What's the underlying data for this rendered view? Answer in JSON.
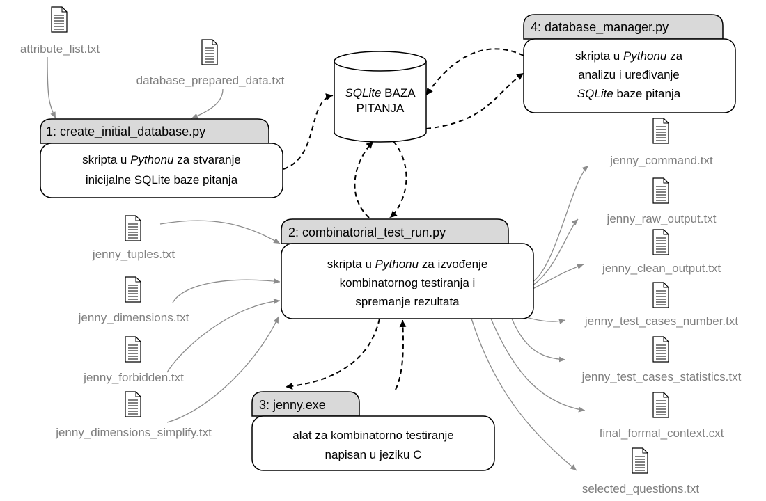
{
  "database": {
    "line1_italic": "SQLite",
    "line1_rest": " BAZA",
    "line2": "PITANJA"
  },
  "scripts": {
    "create_initial_database": {
      "title": "1: create_initial_database.py",
      "line1_pre": "skripta u ",
      "line1_italic": "Pythonu",
      "line1_post": " za stvaranje",
      "line2": "inicijalne SQLite baze pitanja"
    },
    "combinatorial_test_run": {
      "title": "2: combinatorial_test_run.py",
      "line1_pre": "skripta u ",
      "line1_italic": "Pythonu",
      "line1_post": " za izvođenje",
      "line2": "kombinatornog testiranja i",
      "line3": "spremanje rezultata"
    },
    "jenny_exe": {
      "title": "3: jenny.exe",
      "line1": "alat za kombinatorno testiranje",
      "line2": "napisan u jeziku C"
    },
    "database_manager": {
      "title": "4: database_manager.py",
      "line1_pre": "skripta u ",
      "line1_italic": "Pythonu",
      "line1_post": " za",
      "line2": "analizu i uređivanje",
      "line3_italic": "SQLite",
      "line3_post": " baze pitanja"
    }
  },
  "input_files": {
    "attribute_list": "attribute_list.txt",
    "database_prepared_data": "database_prepared_data.txt",
    "jenny_tuples": "jenny_tuples.txt",
    "jenny_dimensions": "jenny_dimensions.txt",
    "jenny_forbidden": "jenny_forbidden.txt",
    "jenny_dimensions_simplify": "jenny_dimensions_simplify.txt"
  },
  "output_files": {
    "jenny_command": "jenny_command.txt",
    "jenny_raw_output": "jenny_raw_output.txt",
    "jenny_clean_output": "jenny_clean_output.txt",
    "jenny_test_cases_number": "jenny_test_cases_number.txt",
    "jenny_test_cases_statistics": "jenny_test_cases_statistics.txt",
    "final_formal_context": "final_formal_context.cxt",
    "selected_questions": "selected_questions.txt"
  },
  "colors": {
    "header_fill": "#d9d9d9",
    "file_label": "#7f7f7f",
    "gray_arrow": "#8c8c8c",
    "outline": "#000000"
  },
  "icons": {
    "file": "document-icon",
    "database": "database-cylinder-icon"
  }
}
